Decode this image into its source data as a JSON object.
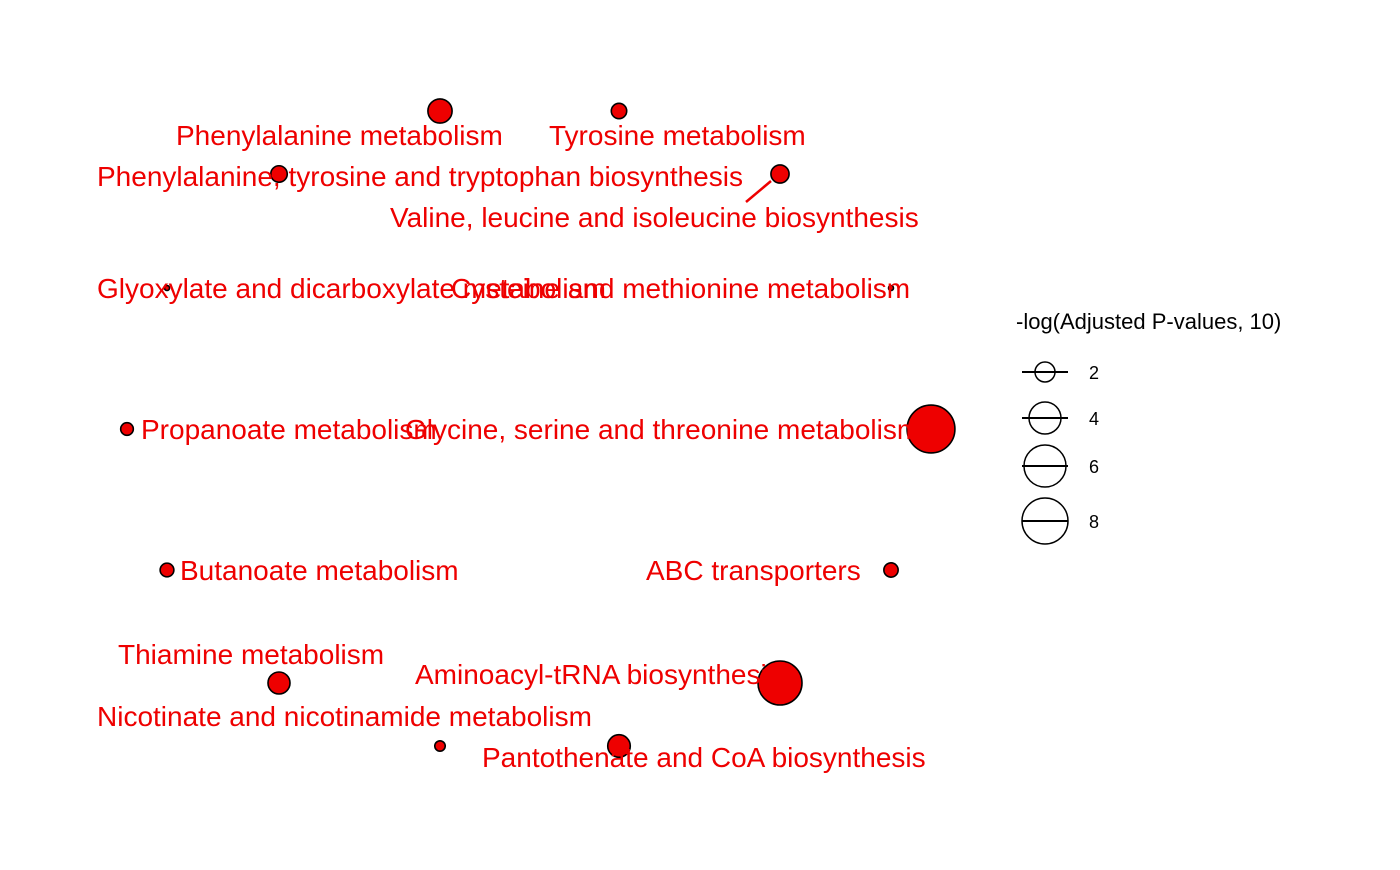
{
  "chart_data": {
    "type": "scatter",
    "title": "",
    "xlabel": "",
    "ylabel": "",
    "grid": false,
    "axes_visible": false,
    "legend_placement": "right",
    "colors": {
      "node_fill": "#ee0000",
      "node_stroke": "#000000",
      "label": "#ee0000",
      "edge": "#ee0000",
      "legend_stroke": "#000000"
    },
    "legend": {
      "title": "-log(Adjusted P-values, 10)",
      "entries": [
        {
          "label": "2",
          "value": 2
        },
        {
          "label": "4",
          "value": 4
        },
        {
          "label": "6",
          "value": 6
        },
        {
          "label": "8",
          "value": 8
        }
      ]
    },
    "nodes": [
      {
        "name": "Phenylalanine metabolism",
        "size": 4.4
      },
      {
        "name": "Tyrosine metabolism",
        "size": 2.8
      },
      {
        "name": "Phenylalanine, tyrosine and tryptophan biosynthesis",
        "size": 3.0
      },
      {
        "name": "Valine, leucine and isoleucine biosynthesis",
        "size": 3.3
      },
      {
        "name": "Glyoxylate and dicarboxylate metabolism",
        "size": 0.8
      },
      {
        "name": "Cysteine and methionine metabolism",
        "size": 0.8
      },
      {
        "name": "Propanoate metabolism",
        "size": 2.3
      },
      {
        "name": "Glycine, serine and threonine metabolism",
        "size": 8.7
      },
      {
        "name": "Butanoate metabolism",
        "size": 2.5
      },
      {
        "name": "ABC transporters",
        "size": 2.6
      },
      {
        "name": "Thiamine metabolism",
        "size": 4.0
      },
      {
        "name": "Aminoacyl-tRNA biosynthesis",
        "size": 8.0
      },
      {
        "name": "Nicotinate and nicotinamide metabolism",
        "size": 1.9
      },
      {
        "name": "Pantothenate and CoA biosynthesis",
        "size": 4.1
      }
    ]
  }
}
